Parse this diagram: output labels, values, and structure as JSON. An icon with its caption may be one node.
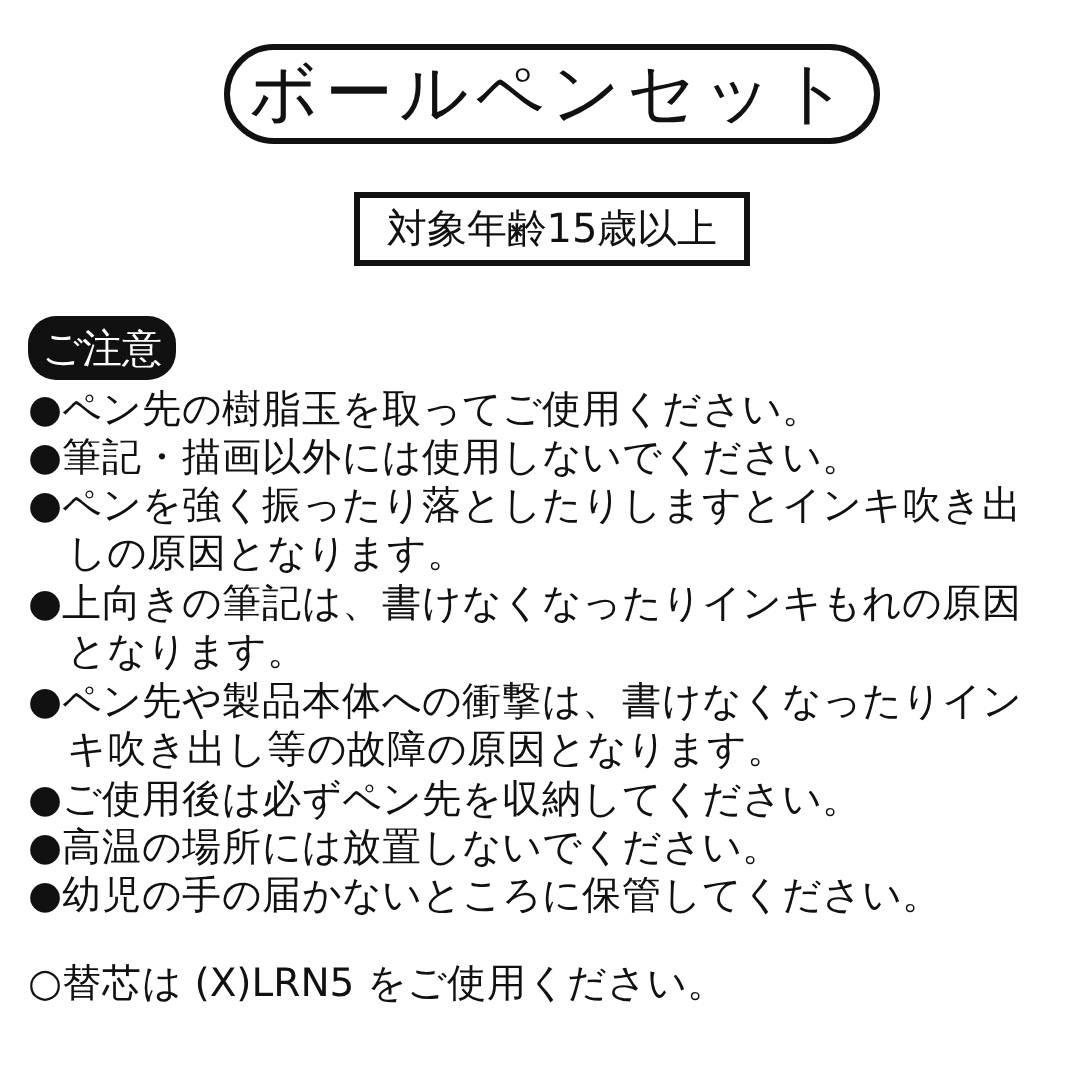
{
  "diagram": {
    "nodes": [
      {
        "text": [
          "ボールペンセット"
        ]
      },
      {
        "text": [
          "対象年齢15歳以上"
        ]
      },
      {
        "text": [
          "ご注意"
        ]
      }
    ],
    "edges": [],
    "labels": [
      "●ペン先の樹脂玉を取ってご使用ください。",
      "●筆記・描画以外には使用しないでください。",
      "●ペンを強く振ったり落としたりしますとインキ吹き出しの原因となります。",
      "●上向きの筆記は、書けなくなったりインキもれの原因となります。",
      "●ペン先や製品本体への衝撃は、書けなくなったりインキ吹き出し等の故障の原因となります。",
      "●ご使用後は必ずペン先を収納してください。",
      "●高温の場所には放置しないでください。",
      "●幼児の手の届かないところに保管してください。",
      "○替芯は (X)LRN5 をご使用ください。"
    ]
  }
}
